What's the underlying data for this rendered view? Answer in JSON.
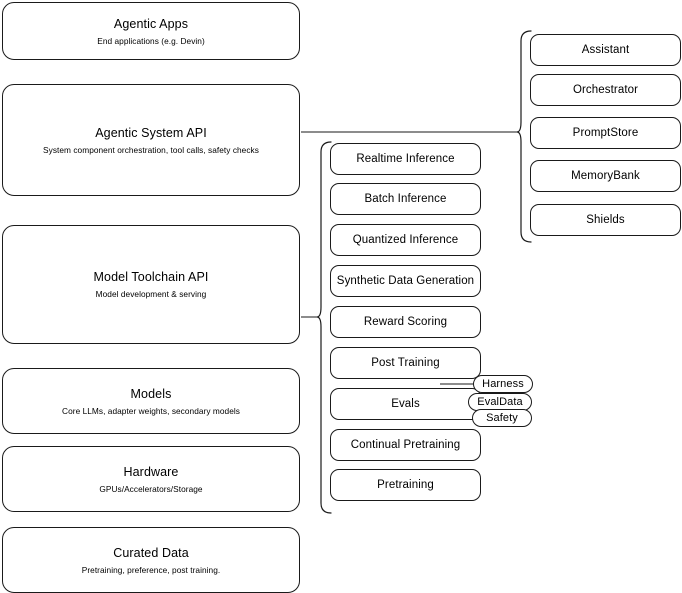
{
  "diagram": {
    "type": "layered-architecture-stack",
    "background_color": "#ffffff",
    "line_color": "#1a1a1a"
  },
  "stack": {
    "name": "platform-stack",
    "layers": [
      {
        "id": "agentic-apps",
        "title": "Agentic Apps",
        "subtitle": "End applications (e.g. Devin)"
      },
      {
        "id": "agentic-system-api",
        "title": "Agentic System API",
        "subtitle": "System component orchestration, tool calls, safety checks"
      },
      {
        "id": "model-toolchain-api",
        "title": "Model Toolchain API",
        "subtitle": "Model development & serving"
      },
      {
        "id": "models",
        "title": "Models",
        "subtitle": "Core LLMs, adapter weights, secondary models"
      },
      {
        "id": "hardware",
        "title": "Hardware",
        "subtitle": "GPUs/Accelerators/Storage"
      },
      {
        "id": "curated-data",
        "title": "Curated Data",
        "subtitle": "Pretraining, preference, post training."
      }
    ]
  },
  "toolchain_apis": {
    "name": "model-toolchain-api-components",
    "connected_to": "model-toolchain-api",
    "items": [
      {
        "id": "realtime-inference",
        "label": "Realtime Inference"
      },
      {
        "id": "batch-inference",
        "label": "Batch Inference"
      },
      {
        "id": "quantized-inference",
        "label": "Quantized Inference"
      },
      {
        "id": "synthetic-data-generation",
        "label": "Synthetic Data Generation"
      },
      {
        "id": "reward-scoring",
        "label": "Reward Scoring"
      },
      {
        "id": "post-training",
        "label": "Post Training"
      },
      {
        "id": "evals",
        "label": "Evals"
      },
      {
        "id": "continual-pretraining",
        "label": "Continual Pretraining"
      },
      {
        "id": "pretraining",
        "label": "Pretraining"
      }
    ]
  },
  "evals_badges": {
    "name": "evals-sub-components",
    "attached_to": "evals",
    "items": [
      {
        "id": "harness",
        "label": "Harness"
      },
      {
        "id": "evaldata",
        "label": "EvalData"
      },
      {
        "id": "safety",
        "label": "Safety"
      }
    ]
  },
  "system_apis": {
    "name": "agentic-system-api-components",
    "connected_to": "agentic-system-api",
    "items": [
      {
        "id": "assistant",
        "label": "Assistant"
      },
      {
        "id": "orchestrator",
        "label": "Orchestrator"
      },
      {
        "id": "promptstore",
        "label": "PromptStore"
      },
      {
        "id": "memorybank",
        "label": "MemoryBank"
      },
      {
        "id": "shields",
        "label": "Shields"
      }
    ]
  }
}
